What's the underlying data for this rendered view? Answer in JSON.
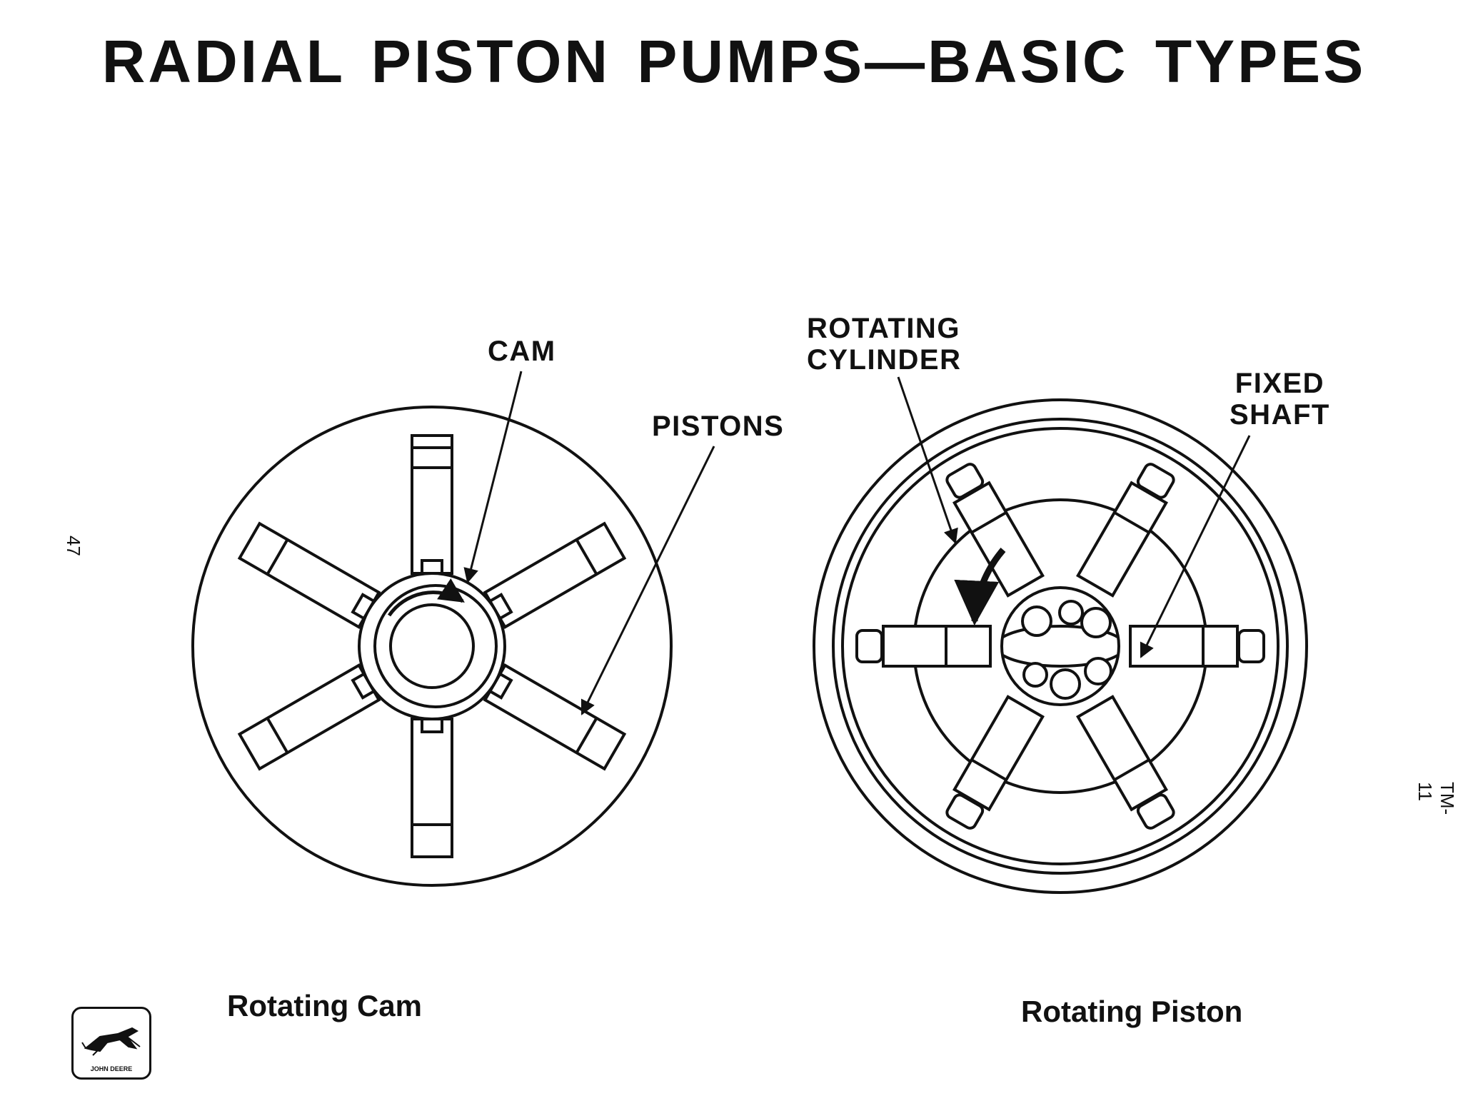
{
  "title": "RADIAL PISTON PUMPS—BASIC TYPES",
  "left_diagram": {
    "labels": {
      "cam": "CAM",
      "pistons": "PISTONS"
    },
    "caption": "Rotating Cam"
  },
  "right_diagram": {
    "labels": {
      "rotating_cylinder": [
        "ROTATING",
        "CYLINDER"
      ],
      "fixed_shaft": [
        "FIXED",
        "SHAFT"
      ]
    },
    "caption": "Rotating Piston"
  },
  "margin_text": {
    "page_number": "47",
    "code": "TM-11"
  },
  "logo": {
    "text": "JOHN DEERE",
    "icon": "leaping-deer-icon"
  }
}
